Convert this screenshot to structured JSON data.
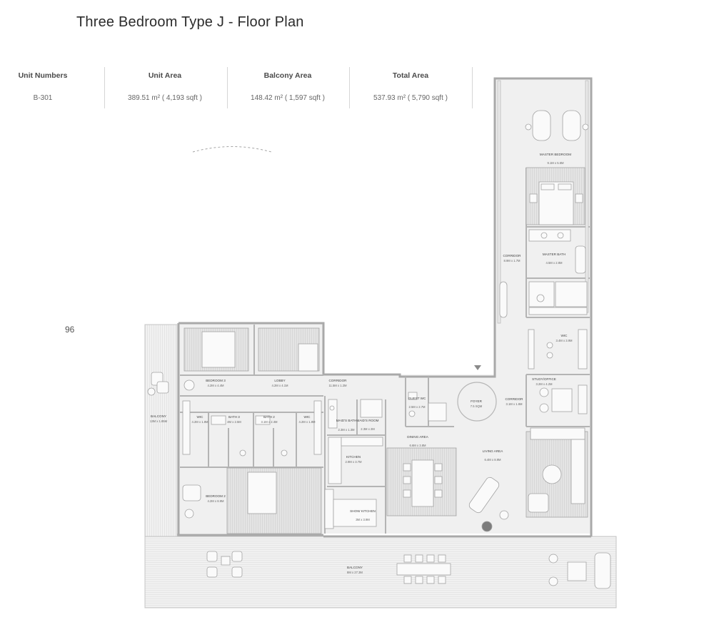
{
  "title": "Three Bedroom Type J - Floor Plan",
  "stats": [
    {
      "label": "Unit Numbers",
      "value": "B-301"
    },
    {
      "label": "Unit Area",
      "value": "389.51 m² ( 4,193 sqft )"
    },
    {
      "label": "Balcony Area",
      "value": "148.42 m² ( 1,597 sqft )"
    },
    {
      "label": "Total Area",
      "value": "537.93 m² ( 5,790 sqft )"
    }
  ],
  "page_number": "96",
  "rooms": {
    "master_bedroom": {
      "name": "MASTER BEDROOM",
      "size": "9.1M x 5.6M"
    },
    "master_bath": {
      "name": "MASTER BATH",
      "size": "4.5M x 2.8M"
    },
    "corridor_right": {
      "name": "CORRIDOR",
      "size": "8.9M x 1.7M"
    },
    "wic_master": {
      "name": "WIC",
      "size": "3.4M x 3.9M"
    },
    "study": {
      "name": "STUDY/OFFICE",
      "size": "3.2M x 4.2M"
    },
    "corridor_foyer": {
      "name": "CORRIDOR",
      "size": "3.1M x 1.6M"
    },
    "foyer": {
      "name": "FOYER",
      "size": "7.5 SQM"
    },
    "guest_wc": {
      "name": "GUEST WC",
      "size": "2.5M x 2.7M"
    },
    "bedroom3": {
      "name": "BEDROOM 3",
      "size": "4.2M x 4.4M"
    },
    "lobby": {
      "name": "LOBBY",
      "size": "4.2M x 4.1M"
    },
    "corridor_main": {
      "name": "CORRIDOR",
      "size": "11.5M x 1.2M"
    },
    "wic_left": {
      "name": "WIC",
      "size": "4.2M x 1.8M"
    },
    "bath3": {
      "name": "BATH 3",
      "size": "4M x 2.5M"
    },
    "bath2": {
      "name": "BATH 2",
      "size": "3.1M x 2.4M"
    },
    "wic_mid": {
      "name": "WIC",
      "size": "4.2M x 1.8M"
    },
    "maids_bath": {
      "name": "MAID'S BATH",
      "size": "2.3M x 1.3M"
    },
    "maids_room": {
      "name": "MAID'S ROOM",
      "size": "2.3M x 2M"
    },
    "dining": {
      "name": "DINING AREA",
      "size": "6.6M x 3.8M"
    },
    "living": {
      "name": "LIVING AREA",
      "size": "6.4M x 8.9M"
    },
    "kitchen": {
      "name": "KITCHEN",
      "size": "2.9M x 3.7M"
    },
    "show_kitchen": {
      "name": "SHOW KITCHEN",
      "size": "3M x 3.9M"
    },
    "bedroom2": {
      "name": "BEDROOM 2",
      "size": "4.2M x 8.9M"
    },
    "balcony_side": {
      "name": "BALCONY",
      "size": "13M x 1.85M"
    },
    "balcony_main": {
      "name": "BALCONY",
      "size": "8M x 27.3M"
    }
  },
  "colors": {
    "wall": "#bdbdbd",
    "floor": "#efefef",
    "furniture": "#f8f8f8",
    "line": "#a8a8a8"
  }
}
